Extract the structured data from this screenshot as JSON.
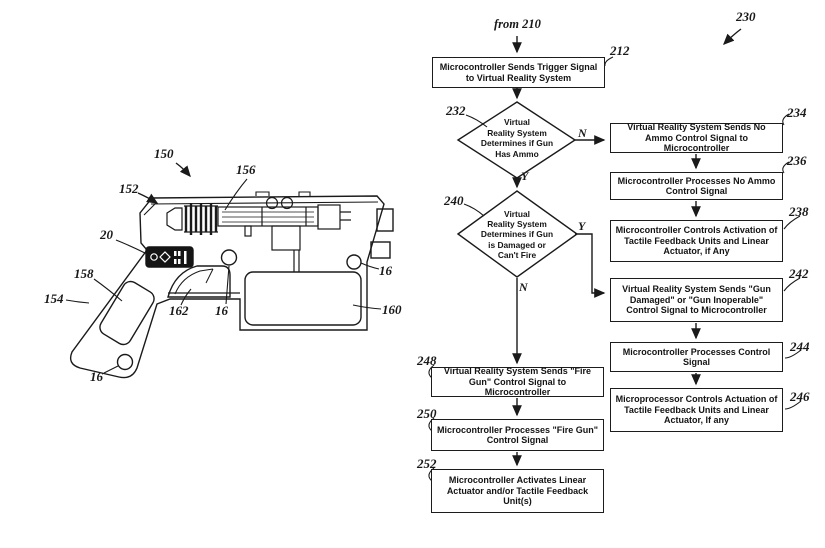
{
  "colors": {
    "ink": "#1a1a1a",
    "paper": "#ffffff"
  },
  "figure": {
    "from_label": "from 210",
    "diagram_ref": "230"
  },
  "gun": {
    "refs": {
      "r150": "150",
      "r152": "152",
      "r156": "156",
      "r20": "20",
      "r158": "158",
      "r154": "154",
      "r162": "162",
      "r16": "16",
      "r160": "160"
    }
  },
  "flowchart": {
    "branch": {
      "yes": "Y",
      "no": "N"
    },
    "b212": {
      "ref": "212",
      "text": "Microcontroller Sends Trigger Signal to Virtual Reality System"
    },
    "d232": {
      "ref": "232",
      "lines": [
        "Virtual",
        "Reality System",
        "Determines if Gun",
        "Has Ammo"
      ]
    },
    "b234": {
      "ref": "234",
      "text": "Virtual Reality System Sends No Ammo Control Signal to Microcontroller"
    },
    "b236": {
      "ref": "236",
      "text": "Microcontroller Processes No Ammo Control Signal"
    },
    "b238": {
      "ref": "238",
      "text": "Microcontroller Controls Activation of Tactile Feedback Units and Linear Actuator, if Any"
    },
    "d240": {
      "ref": "240",
      "lines": [
        "Virtual",
        "Reality System",
        "Determines if Gun",
        "is Damaged or",
        "Can't Fire"
      ]
    },
    "b242": {
      "ref": "242",
      "text": "Virtual Reality System Sends \"Gun Damaged\" or \"Gun Inoperable\" Control Signal to Microcontroller"
    },
    "b244": {
      "ref": "244",
      "text": "Microcontroller Processes Control Signal"
    },
    "b246": {
      "ref": "246",
      "text": "Microprocessor Controls Actuation of Tactile Feedback Units and Linear Actuator, If any"
    },
    "b248": {
      "ref": "248",
      "text": "Virtual Reality System Sends \"Fire Gun\" Control Signal to Microcontroller"
    },
    "b250": {
      "ref": "250",
      "text": "Microcontroller Processes \"Fire Gun\" Control Signal"
    },
    "b252": {
      "ref": "252",
      "text": "Microcontroller Activates Linear Actuator and/or Tactile Feedback Unit(s)"
    }
  }
}
